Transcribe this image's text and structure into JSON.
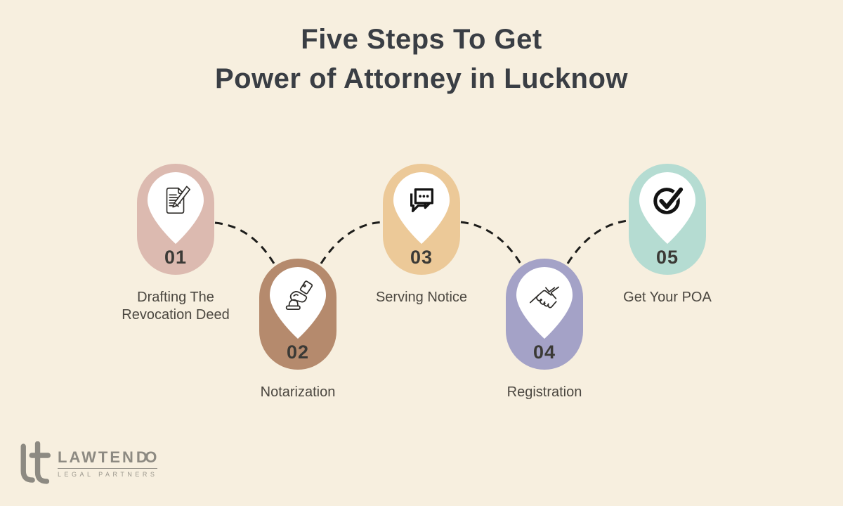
{
  "title": {
    "line1": "Five Steps To Get",
    "line2": "Power of Attorney in Lucknow"
  },
  "steps": [
    {
      "number": "01",
      "label": "Drafting The\nRevocation Deed",
      "icon": "document-pencil-icon",
      "color": "#dcbab0"
    },
    {
      "number": "02",
      "label": "Notarization",
      "icon": "stamp-hand-icon",
      "color": "#b58a6d"
    },
    {
      "number": "03",
      "label": "Serving Notice",
      "icon": "chat-bubbles-icon",
      "color": "#ecc998"
    },
    {
      "number": "04",
      "label": "Registration",
      "icon": "handshake-icon",
      "color": "#a4a2c7"
    },
    {
      "number": "05",
      "label": "Get Your POA",
      "icon": "check-circle-icon",
      "color": "#b5dcd2"
    }
  ],
  "logo": {
    "wordmark_main": "LAWTEN",
    "wordmark_ligature": "DO",
    "tagline": "LEGAL PARTNERS"
  },
  "colors": {
    "background": "#f7efdf",
    "title_text": "#3a3e44",
    "step_number": "#3b3a36",
    "label_text": "#4b4740",
    "connector": "#1d1d1b",
    "pin_fill": "#ffffff",
    "icon_stroke": "#2e2c29",
    "icon_bold": "#131313",
    "logo_gray": "#8d8a82"
  }
}
